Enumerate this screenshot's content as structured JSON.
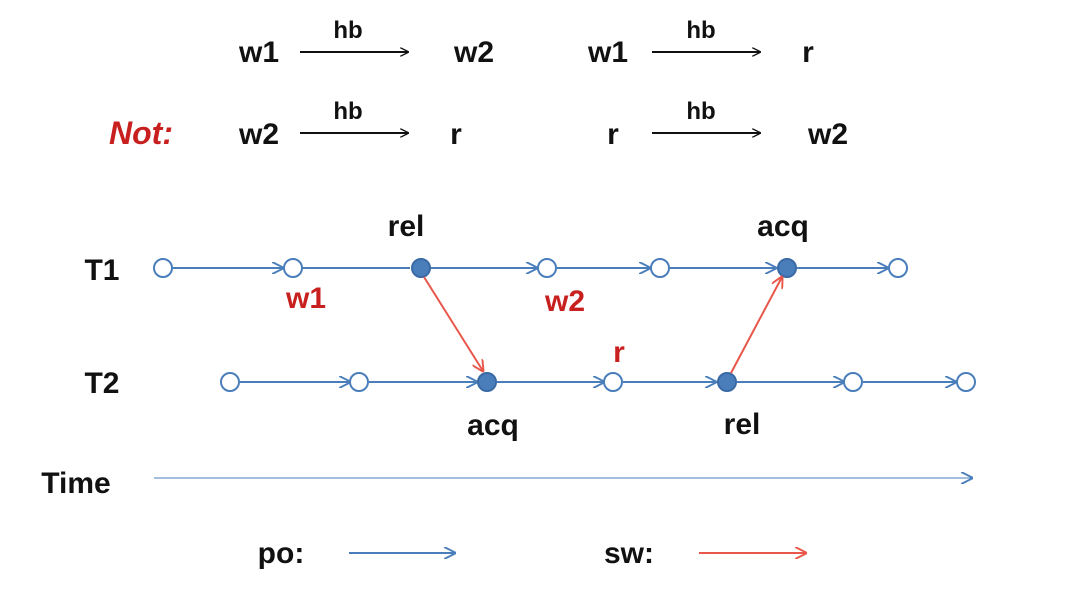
{
  "relations": {
    "hb_label": "hb",
    "not_label": "Not:",
    "holds": [
      {
        "from": "w1",
        "to": "w2"
      },
      {
        "from": "w1",
        "to": "r"
      }
    ],
    "not_holds": [
      {
        "from": "w2",
        "to": "r"
      },
      {
        "from": "r",
        "to": "w2"
      }
    ]
  },
  "threads": {
    "t1_label": "T1",
    "t2_label": "T2"
  },
  "events": {
    "t1_rel": "rel",
    "t1_acq": "acq",
    "t1_w1": "w1",
    "t1_w2": "w2",
    "t2_acq": "acq",
    "t2_rel": "rel",
    "t2_r": "r"
  },
  "time_label": "Time",
  "legend": {
    "po_label": "po:",
    "sw_label": "sw:"
  },
  "colors": {
    "po": "#4a7ebb",
    "sw": "#e8574a",
    "red_text": "#c8201e",
    "sync_fill": "#4a7ebb",
    "open_fill": "#ffffff",
    "text": "#111111"
  }
}
